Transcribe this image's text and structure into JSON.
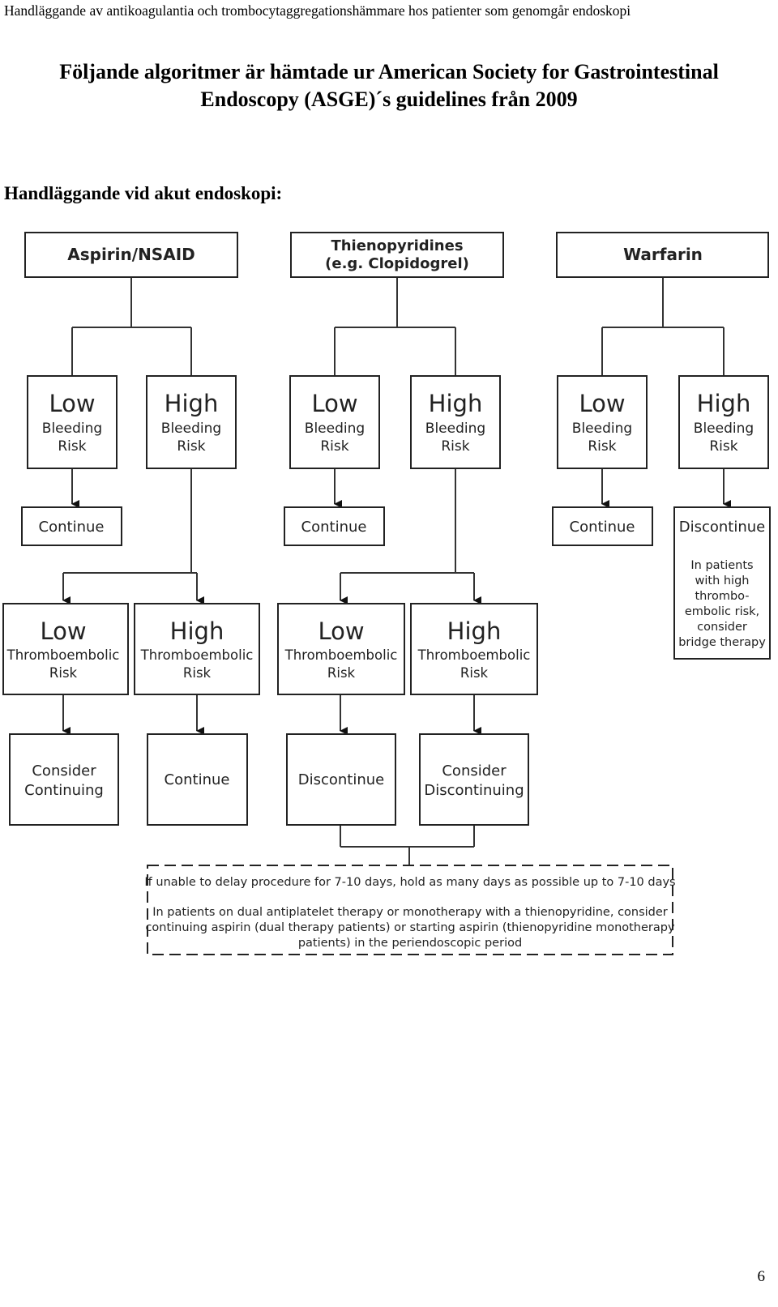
{
  "running_header": "Handläggande av antikoagulantia och trombocytaggregationshämmare hos patienter som genomgår endoskopi",
  "title": {
    "line1": "Följande algoritmer är hämtade ur American Society for Gastrointestinal",
    "line2": "Endoscopy (ASGE)´s guidelines från 2009"
  },
  "section_heading": "Handläggande vid akut endoskopi:",
  "flowchart": {
    "drugs": {
      "aspirin": "Aspirin/NSAID",
      "thieno_line1": "Thienopyridines",
      "thieno_line2": "(e.g. Clopidogrel)",
      "warfarin": "Warfarin"
    },
    "bleeding": {
      "low": "Low",
      "high": "High",
      "line2": "Bleeding",
      "line3": "Risk"
    },
    "thrombo": {
      "low": "Low",
      "high": "High",
      "line2": "Thromboembolic",
      "line3": "Risk"
    },
    "actions": {
      "continue": "Continue",
      "discontinue": "Discontinue",
      "consider_continuing_1": "Consider",
      "consider_continuing_2": "Continuing",
      "consider_discontinuing_1": "Consider",
      "consider_discontinuing_2": "Discontinuing"
    },
    "bridge_note": [
      "In patients",
      "with high",
      "thrombo-",
      "embolic risk,",
      "consider",
      "bridge therapy"
    ],
    "footnote": {
      "line1": "If unable to delay procedure for 7-10 days, hold as many days as possible up to 7-10 days",
      "line2": "In patients on dual antiplatelet therapy or monotherapy with a thienopyridine, consider",
      "line3": "continuing aspirin (dual therapy patients) or starting aspirin (thienopyridine monotherapy",
      "line4": "patients) in the periendoscopic period"
    }
  },
  "page_number": "6"
}
